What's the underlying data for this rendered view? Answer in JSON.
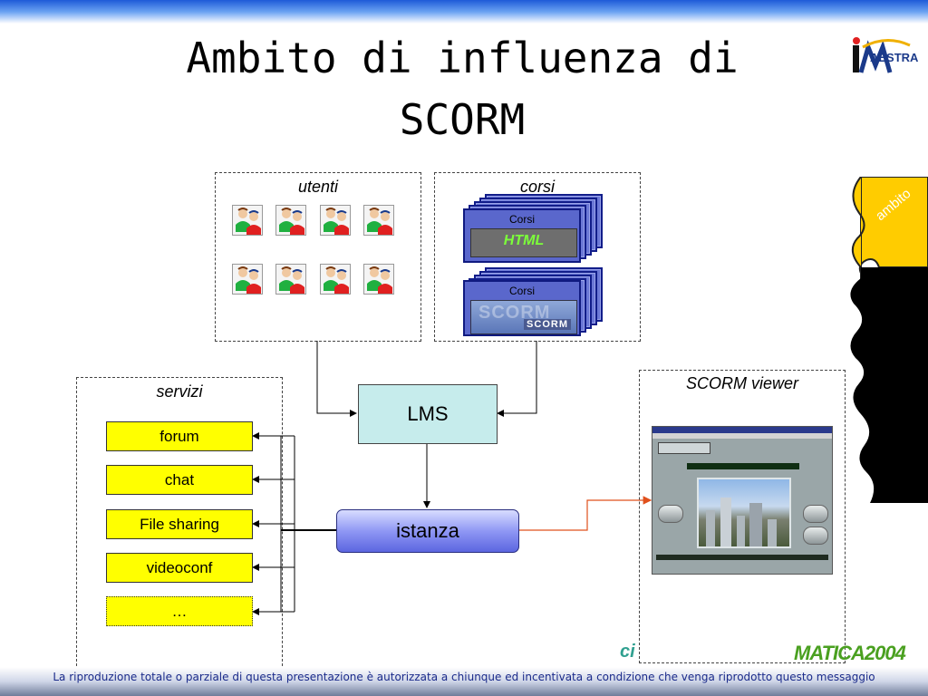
{
  "slide": {
    "title_line1": "Ambito di influenza di",
    "title_line2": "SCORM",
    "logo_text": "AESTRA",
    "tab_label": "ambito",
    "footer": "La riproduzione totale o parziale di questa presentazione è autorizzata a chiunque ed incentivata a condizione che venga riprodotto questo messaggio"
  },
  "panels": {
    "utenti": "utenti",
    "corsi": "corsi",
    "servizi": "servizi",
    "viewer": "SCORM viewer"
  },
  "courses": {
    "html_card_label": "Corsi",
    "html_badge": "HTML",
    "scorm_card_label": "Corsi",
    "scorm_badge": "SCORM"
  },
  "nodes": {
    "lms": "LMS",
    "istanza": "istanza"
  },
  "services": [
    "forum",
    "chat",
    "File sharing",
    "videoconf",
    "…"
  ],
  "colors": {
    "service_fill": "#ffff00",
    "lms_fill": "#c6ecec",
    "istanza_fill": "#8f97f4",
    "course_fill": "#5a67cc",
    "viewer_link": "#e0501c",
    "puzzle_yellow": "#ffcc00"
  },
  "icons": {
    "user": "user-group-icon",
    "logo": "maestra-logo-icon"
  }
}
